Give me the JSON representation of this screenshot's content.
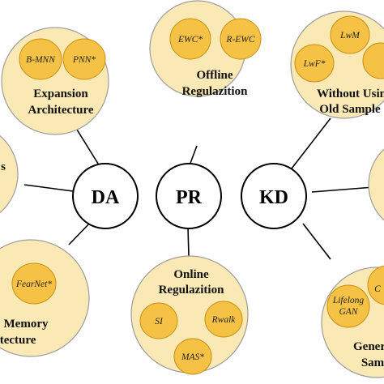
{
  "colors": {
    "cluster_fill": "#FBE9B5",
    "cluster_stroke": "#9C9C9C",
    "method_fill": "#F6C245",
    "method_stroke": "#C98F0E",
    "hub_fill": "#FFFFFF",
    "hub_stroke": "#000000",
    "edge": "#000000"
  },
  "hubs": {
    "da": "DA",
    "pr": "PR",
    "kd": "KD"
  },
  "clusters": {
    "expansion": {
      "label_line1": "Expansion",
      "label_line2": "Architecture",
      "methods": [
        "B-MNN",
        "PNN*"
      ]
    },
    "offline": {
      "label_line1": "Offline",
      "label_line2": "Regulazition",
      "methods": [
        "EWC*",
        "R-EWC"
      ]
    },
    "without": {
      "label_line1": "Without Usin",
      "label_line2": "Old Sample",
      "methods": [
        "LwM",
        "LwF*",
        ""
      ]
    },
    "left_partial": {
      "label_fragment": "s"
    },
    "memory": {
      "label_line1": "Memory",
      "label_line2": "itecture",
      "methods": [
        "FearNet*"
      ]
    },
    "online": {
      "label_line1": "Online",
      "label_line2": "Regulazition",
      "methods": [
        "SI",
        "Rwalk",
        "MAS*"
      ]
    },
    "generative": {
      "label_line1": "Gener",
      "label_line2": "Sam",
      "methods": [
        "Lifelong",
        "GAN",
        "C"
      ]
    }
  }
}
